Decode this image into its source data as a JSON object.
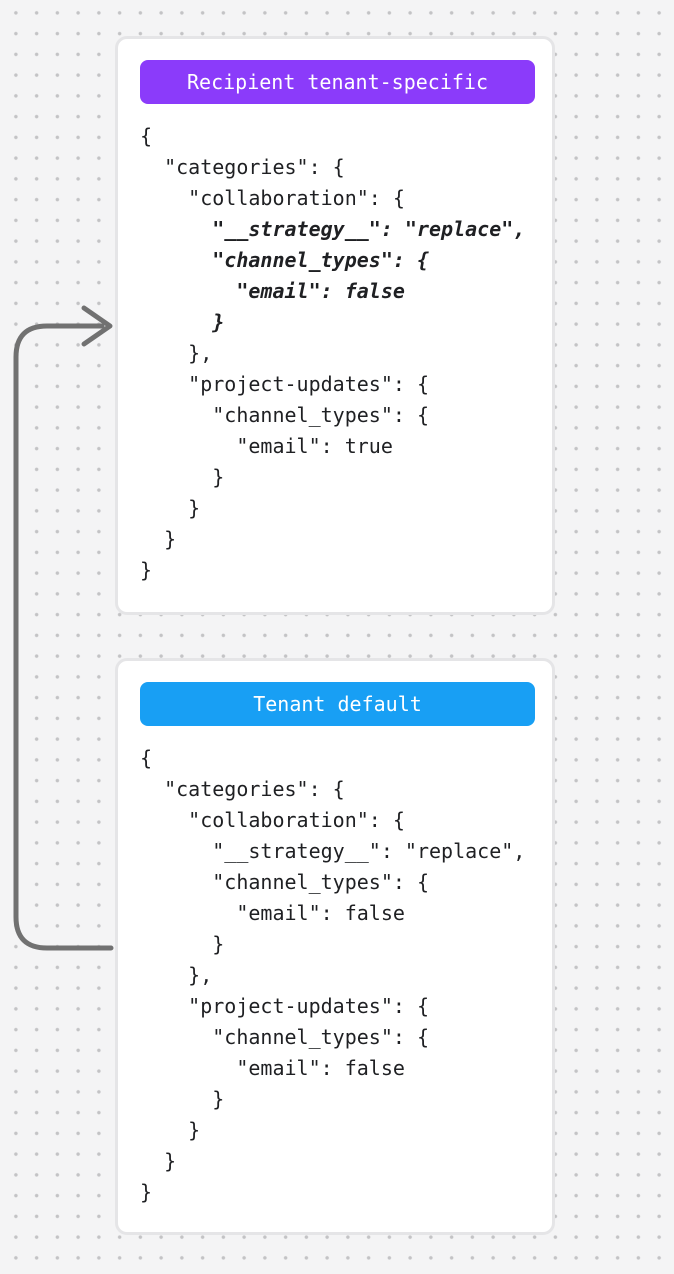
{
  "cards": [
    {
      "badge": {
        "label": "Recipient tenant-specific",
        "color": "#8b3bfa"
      },
      "code_lines": [
        {
          "text": "{",
          "emph": false
        },
        {
          "text": "  \"categories\": {",
          "emph": false
        },
        {
          "text": "    \"collaboration\": {",
          "emph": false
        },
        {
          "text": "      \"__strategy__\": \"replace\",",
          "emph": true
        },
        {
          "text": "      \"channel_types\": {",
          "emph": true
        },
        {
          "text": "        \"email\": false",
          "emph": true
        },
        {
          "text": "      }",
          "emph": true
        },
        {
          "text": "    },",
          "emph": false
        },
        {
          "text": "    \"project-updates\": {",
          "emph": false
        },
        {
          "text": "      \"channel_types\": {",
          "emph": false
        },
        {
          "text": "        \"email\": true",
          "emph": false
        },
        {
          "text": "      }",
          "emph": false
        },
        {
          "text": "    }",
          "emph": false
        },
        {
          "text": "  }",
          "emph": false
        },
        {
          "text": "}",
          "emph": false
        }
      ]
    },
    {
      "badge": {
        "label": "Tenant default",
        "color": "#189ff4"
      },
      "code_lines": [
        {
          "text": "{",
          "emph": false
        },
        {
          "text": "  \"categories\": {",
          "emph": false
        },
        {
          "text": "    \"collaboration\": {",
          "emph": false
        },
        {
          "text": "      \"__strategy__\": \"replace\",",
          "emph": false
        },
        {
          "text": "      \"channel_types\": {",
          "emph": false
        },
        {
          "text": "        \"email\": false",
          "emph": false
        },
        {
          "text": "      }",
          "emph": false
        },
        {
          "text": "    },",
          "emph": false
        },
        {
          "text": "    \"project-updates\": {",
          "emph": false
        },
        {
          "text": "      \"channel_types\": {",
          "emph": false
        },
        {
          "text": "        \"email\": false",
          "emph": false
        },
        {
          "text": "      }",
          "emph": false
        },
        {
          "text": "    }",
          "emph": false
        },
        {
          "text": "  }",
          "emph": false
        },
        {
          "text": "}",
          "emph": false
        }
      ]
    }
  ],
  "arrow": {
    "color": "#717171"
  }
}
